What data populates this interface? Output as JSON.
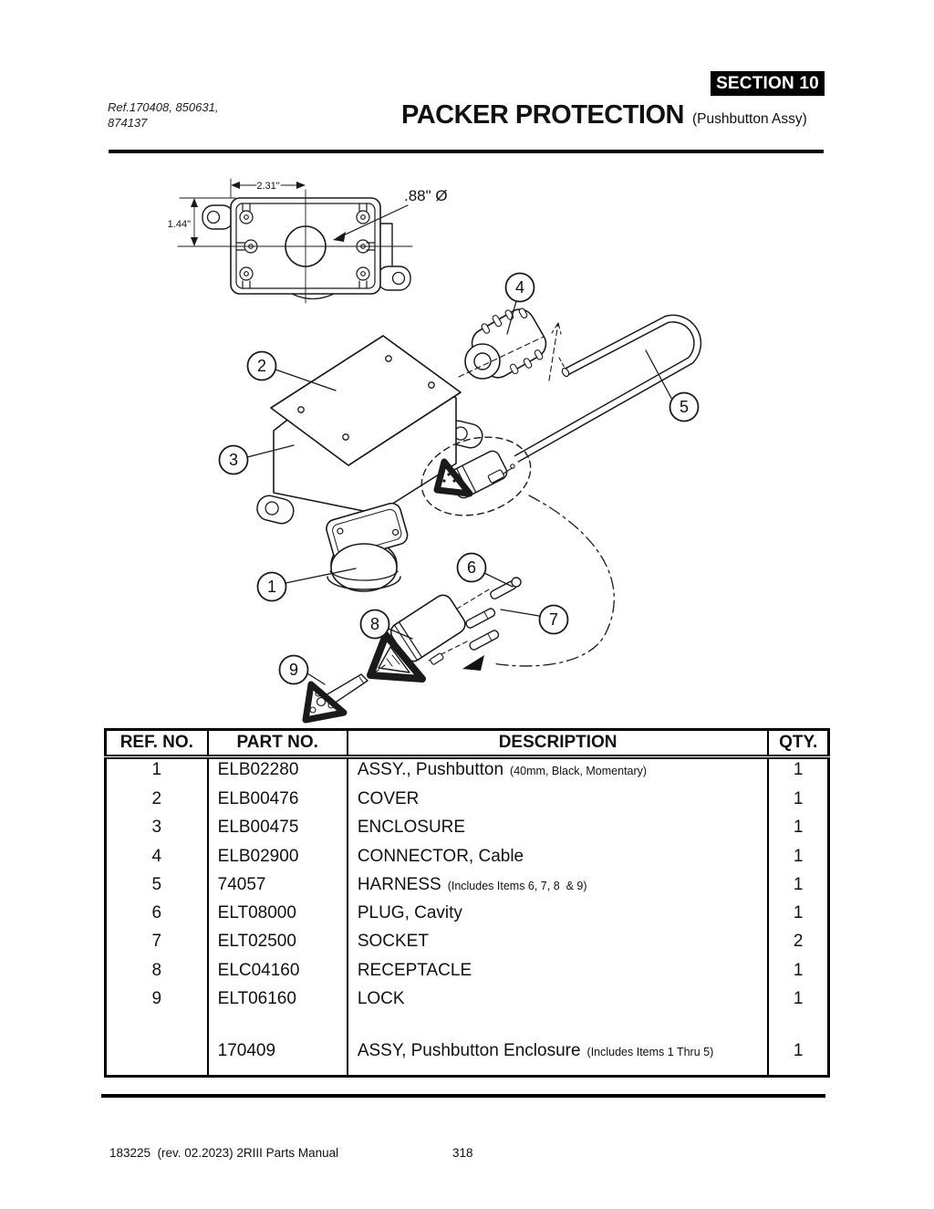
{
  "header": {
    "section_badge": "SECTION 10",
    "ref_line1": "Ref.170408, 850631,",
    "ref_line2": "874137",
    "title": "PACKER PROTECTION",
    "subtitle": "(Pushbutton Assy)"
  },
  "diagram": {
    "dimensions": {
      "width_label": "2.31\"",
      "height_label": "1.44\"",
      "hole_label": ".88\" Ø"
    },
    "callouts": [
      {
        "label": "1"
      },
      {
        "label": "2"
      },
      {
        "label": "3"
      },
      {
        "label": "4"
      },
      {
        "label": "5"
      },
      {
        "label": "6"
      },
      {
        "label": "7"
      },
      {
        "label": "8"
      },
      {
        "label": "9"
      }
    ]
  },
  "table": {
    "headers": [
      "REF. NO.",
      "PART NO.",
      "DESCRIPTION",
      "QTY."
    ],
    "rows": [
      {
        "ref": "1",
        "part": "ELB02280",
        "desc": "ASSY., Pushbutton",
        "note": "(40mm, Black, Momentary)",
        "qty": "1"
      },
      {
        "ref": "2",
        "part": "ELB00476",
        "desc": "COVER",
        "note": "",
        "qty": "1"
      },
      {
        "ref": "3",
        "part": "ELB00475",
        "desc": "ENCLOSURE",
        "note": "",
        "qty": "1"
      },
      {
        "ref": "4",
        "part": "ELB02900",
        "desc": "CONNECTOR, Cable",
        "note": "",
        "qty": "1"
      },
      {
        "ref": "5",
        "part": "74057",
        "desc": "HARNESS",
        "note": "(Includes Items 6, 7, 8  & 9)",
        "qty": "1"
      },
      {
        "ref": "6",
        "part": "ELT08000",
        "desc": "PLUG, Cavity",
        "note": "",
        "qty": "1"
      },
      {
        "ref": "7",
        "part": "ELT02500",
        "desc": "SOCKET",
        "note": "",
        "qty": "2"
      },
      {
        "ref": "8",
        "part": "ELC04160",
        "desc": "RECEPTACLE",
        "note": "",
        "qty": "1"
      },
      {
        "ref": "9",
        "part": "ELT06160",
        "desc": "LOCK",
        "note": "",
        "qty": "1"
      },
      {
        "ref": "",
        "part": "170409",
        "desc": "ASSY, Pushbutton Enclosure",
        "note": "(Includes Items 1 Thru 5)",
        "qty": "1",
        "gap_before": true
      }
    ]
  },
  "footer": {
    "left": "183225  (rev. 02.2023) 2RIII Parts Manual",
    "page": "318"
  }
}
